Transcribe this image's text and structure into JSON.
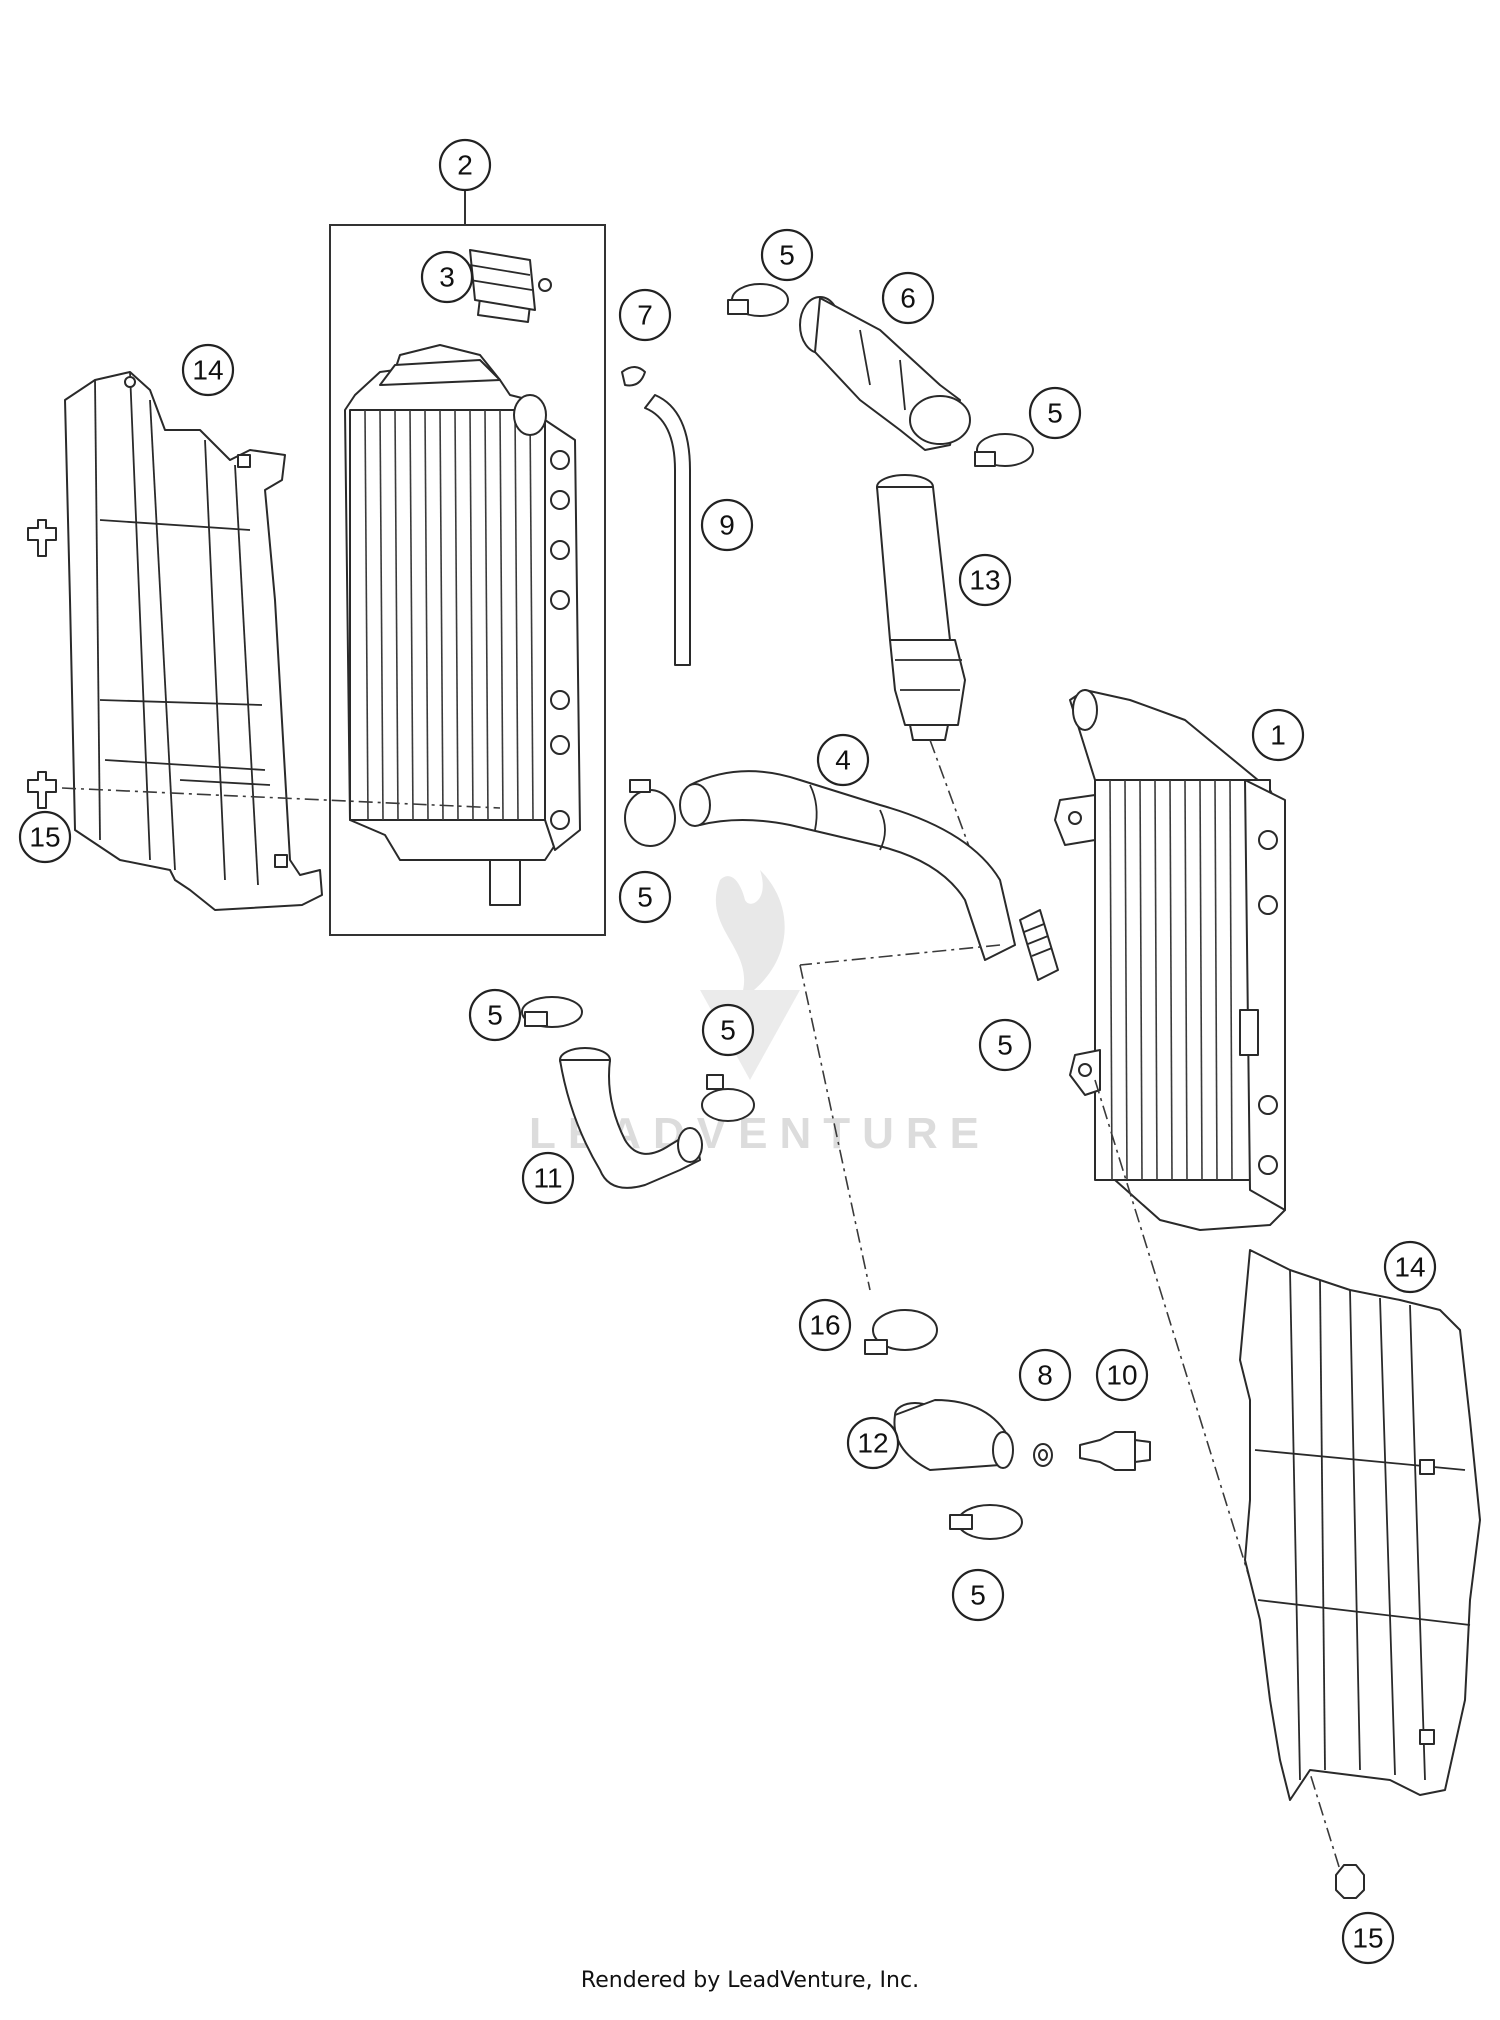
{
  "watermark": {
    "text": "LEADVENTURE"
  },
  "footer": {
    "text": "Rendered by LeadVenture, Inc."
  },
  "callouts": [
    {
      "id": "c2",
      "label": "2"
    },
    {
      "id": "c3",
      "label": "3"
    },
    {
      "id": "c14a",
      "label": "14"
    },
    {
      "id": "c15a",
      "label": "15"
    },
    {
      "id": "c5a",
      "label": "5"
    },
    {
      "id": "c7",
      "label": "7"
    },
    {
      "id": "c9",
      "label": "9"
    },
    {
      "id": "c5b",
      "label": "5"
    },
    {
      "id": "c6",
      "label": "6"
    },
    {
      "id": "c5c",
      "label": "5"
    },
    {
      "id": "c13",
      "label": "13"
    },
    {
      "id": "c4",
      "label": "4"
    },
    {
      "id": "c1",
      "label": "1"
    },
    {
      "id": "c5d",
      "label": "5"
    },
    {
      "id": "c5e",
      "label": "5"
    },
    {
      "id": "c5f",
      "label": "5"
    },
    {
      "id": "c11",
      "label": "11"
    },
    {
      "id": "c14b",
      "label": "14"
    },
    {
      "id": "c16",
      "label": "16"
    },
    {
      "id": "c8",
      "label": "8"
    },
    {
      "id": "c10",
      "label": "10"
    },
    {
      "id": "c12",
      "label": "12"
    },
    {
      "id": "c5g",
      "label": "5"
    },
    {
      "id": "c15b",
      "label": "15"
    }
  ]
}
